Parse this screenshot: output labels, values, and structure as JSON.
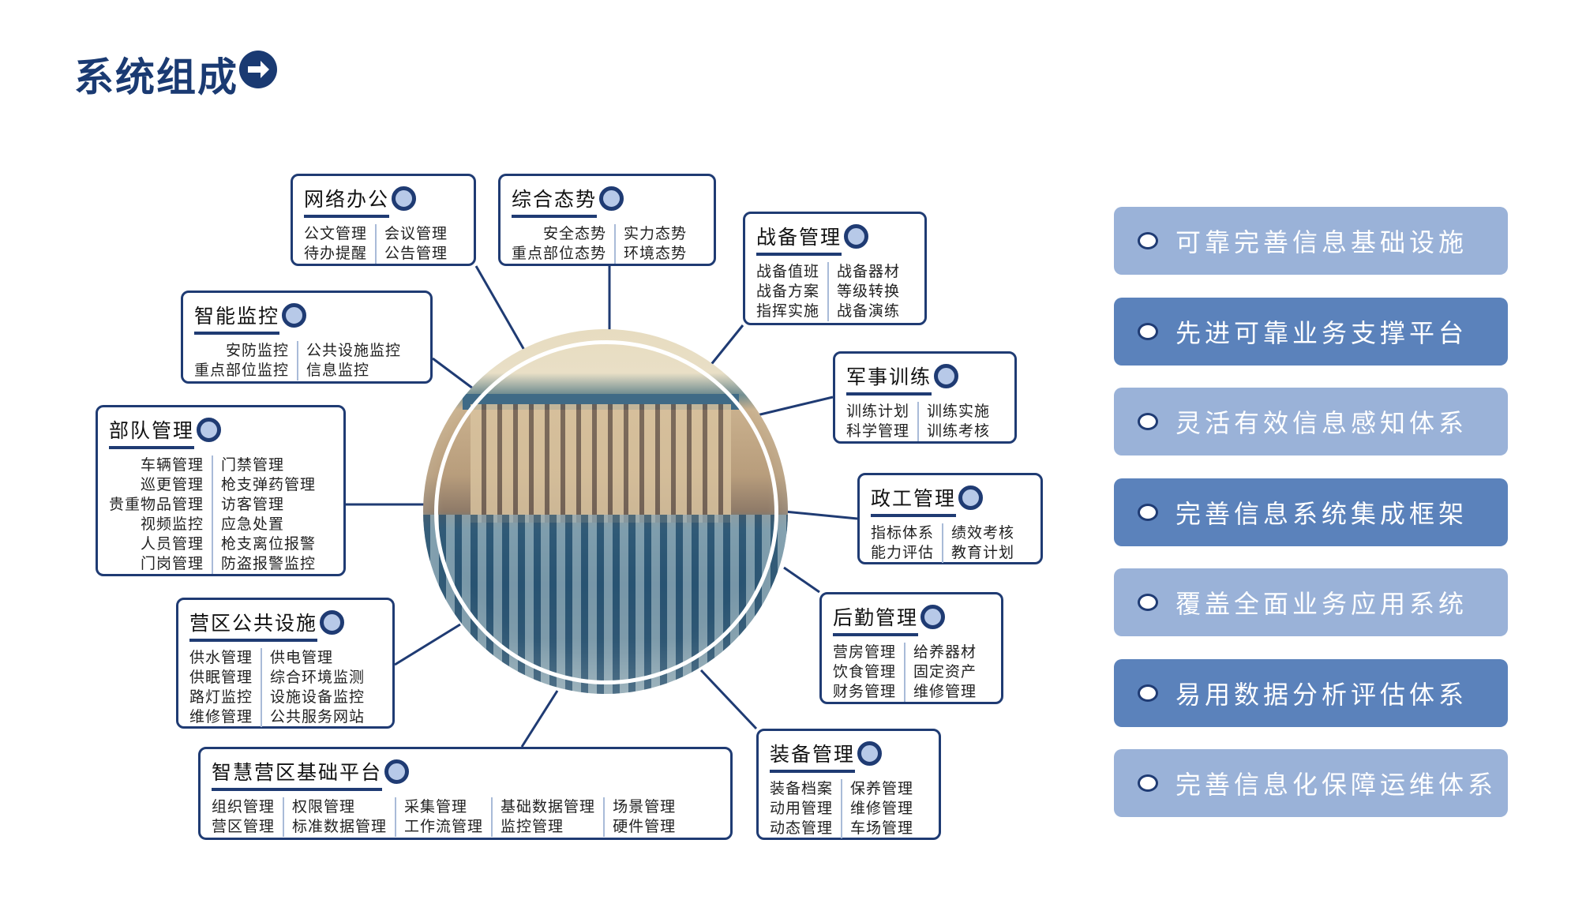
{
  "header": {
    "title": "系统组成",
    "icon": "arrow-right-circle-icon"
  },
  "colors": {
    "primary": "#1f3b73",
    "pill_light": "#9ab2d8",
    "pill_dark": "#5b82bb",
    "ring_fill": "#b7c9e8"
  },
  "modules": [
    {
      "title": "网络办公",
      "columns": [
        [
          "公文管理",
          "待办提醒"
        ],
        [
          "会议管理",
          "公告管理"
        ]
      ]
    },
    {
      "title": "综合态势",
      "columns": [
        [
          "安全态势",
          "重点部位态势"
        ],
        [
          "实力态势",
          "环境态势"
        ]
      ]
    },
    {
      "title": "战备管理",
      "columns": [
        [
          "战备值班",
          "战备方案",
          "指挥实施"
        ],
        [
          "战备器材",
          "等级转换",
          "战备演练"
        ]
      ]
    },
    {
      "title": "智能监控",
      "columns": [
        [
          "安防监控",
          "重点部位监控"
        ],
        [
          "公共设施监控",
          "信息监控"
        ]
      ]
    },
    {
      "title": "军事训练",
      "columns": [
        [
          "训练计划",
          "科学管理"
        ],
        [
          "训练实施",
          "训练考核"
        ]
      ]
    },
    {
      "title": "部队管理",
      "columns": [
        [
          "车辆管理",
          "巡更管理",
          "贵重物品管理",
          "视频监控",
          "人员管理",
          "门岗管理"
        ],
        [
          "门禁管理",
          "枪支弹药管理",
          "访客管理",
          "应急处置",
          "枪支离位报警",
          "防盗报警监控"
        ]
      ]
    },
    {
      "title": "政工管理",
      "columns": [
        [
          "指标体系",
          "能力评估"
        ],
        [
          "绩效考核",
          "教育计划"
        ]
      ]
    },
    {
      "title": "营区公共设施",
      "columns": [
        [
          "供水管理",
          "供眠管理",
          "路灯监控",
          "维修管理"
        ],
        [
          "供电管理",
          "综合环境监测",
          "设施设备监控",
          "公共服务网站"
        ]
      ]
    },
    {
      "title": "后勤管理",
      "columns": [
        [
          "营房管理",
          "饮食管理",
          "财务管理"
        ],
        [
          "给养器材",
          "固定资产",
          "维修管理"
        ]
      ]
    },
    {
      "title": "智慧营区基础平台",
      "columns": [
        [
          "组织管理",
          "营区管理"
        ],
        [
          "权限管理",
          "标准数据管理"
        ],
        [
          "采集管理",
          "工作流管理"
        ],
        [
          "基础数据管理",
          "监控管理"
        ],
        [
          "场景管理",
          "硬件管理"
        ]
      ]
    },
    {
      "title": "装备管理",
      "columns": [
        [
          "装备档案",
          "动用管理",
          "动态管理"
        ],
        [
          "保养管理",
          "维修管理",
          "车场管理"
        ]
      ]
    }
  ],
  "features": [
    {
      "label": "可靠完善信息基础设施",
      "tone": "light"
    },
    {
      "label": "先进可靠业务支撑平台",
      "tone": "dark"
    },
    {
      "label": "灵活有效信息感知体系",
      "tone": "light"
    },
    {
      "label": "完善信息系统集成框架",
      "tone": "dark"
    },
    {
      "label": "覆盖全面业务应用系统",
      "tone": "light"
    },
    {
      "label": "易用数据分析评估体系",
      "tone": "dark"
    },
    {
      "label": "完善信息化保障运维体系",
      "tone": "light"
    }
  ]
}
